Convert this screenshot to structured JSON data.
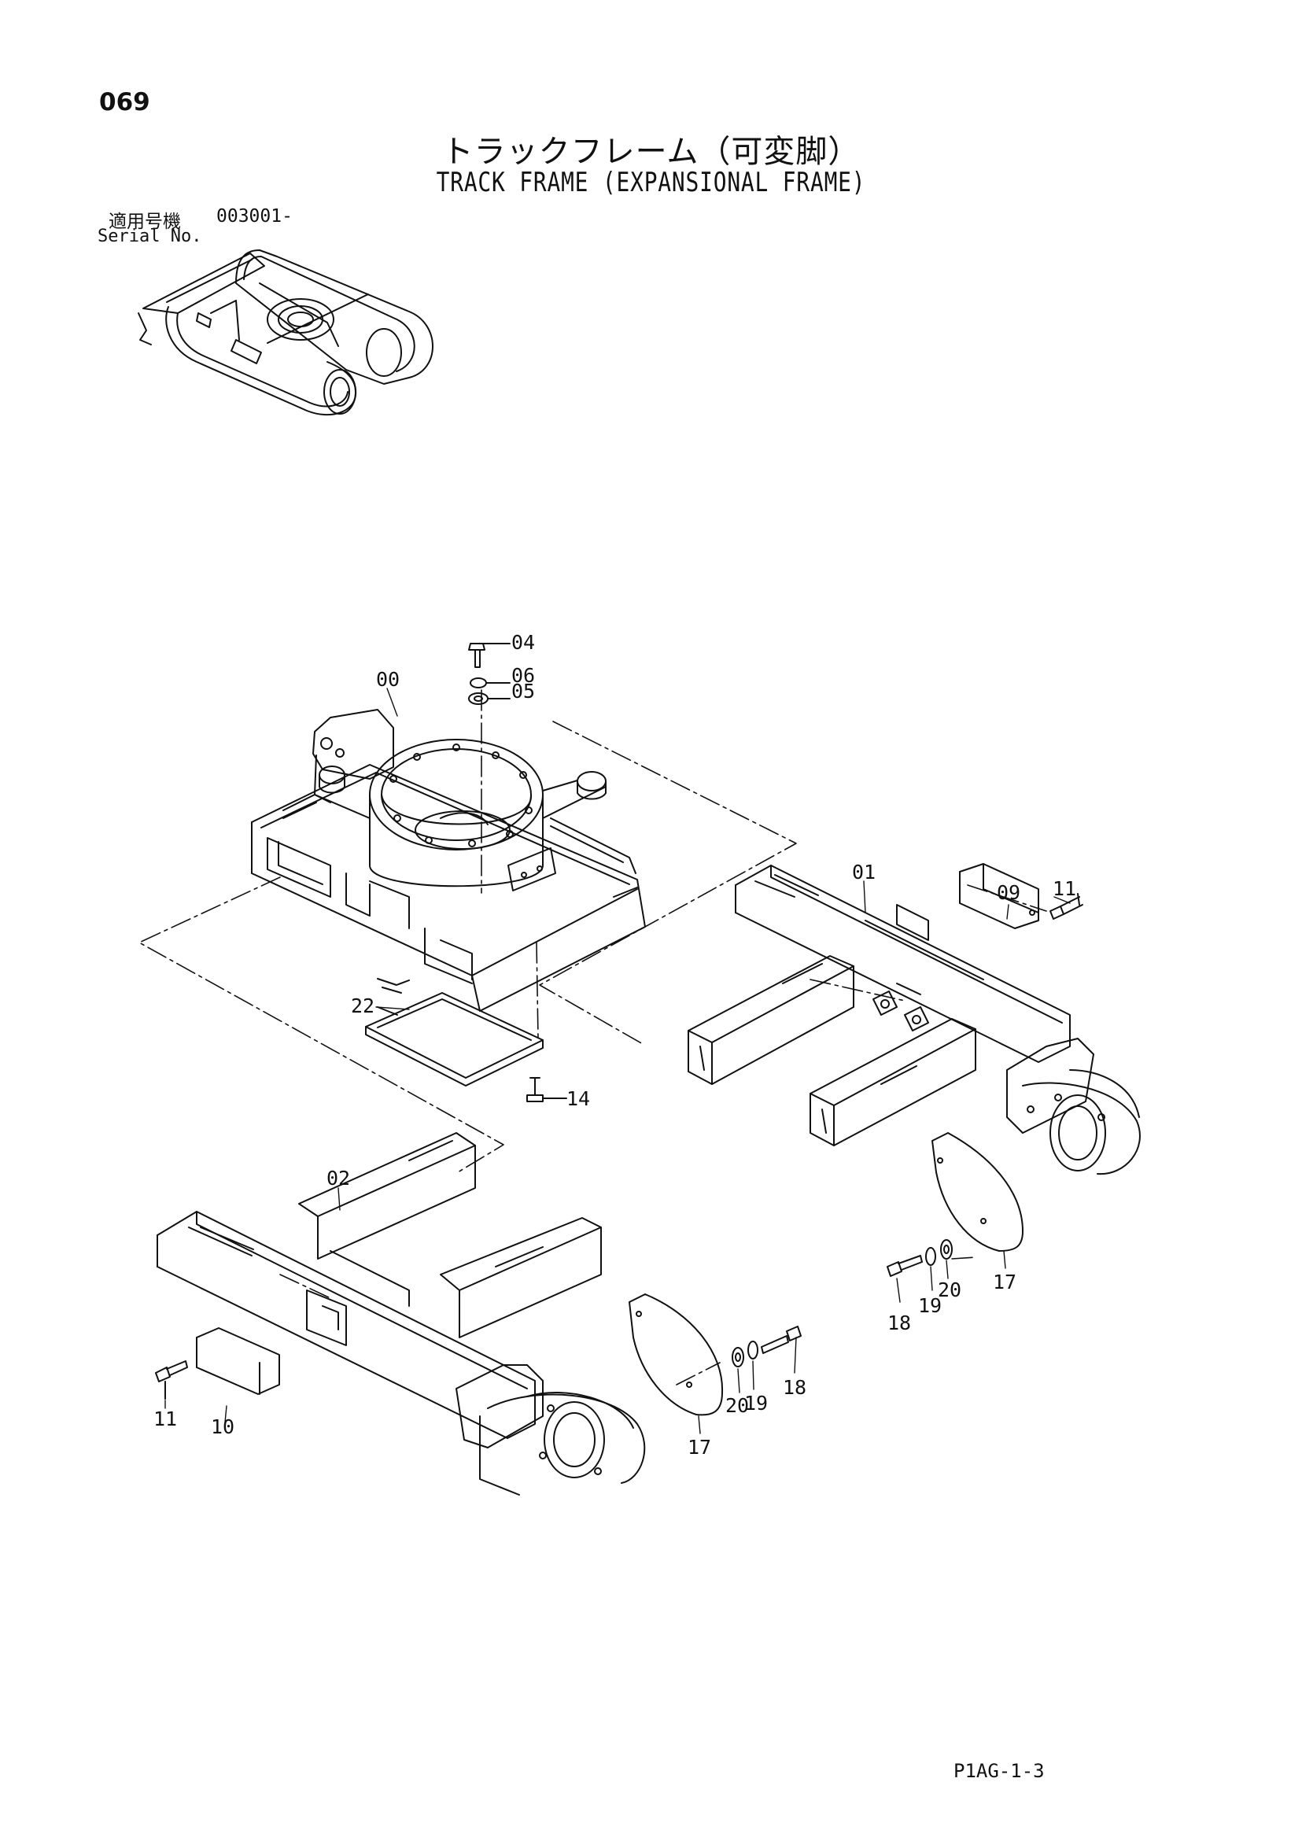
{
  "page_number": "069",
  "title_jp": "トラックフレーム（可変脚）",
  "title_en": "TRACK FRAME (EXPANSIONAL FRAME)",
  "serial": {
    "label_jp": "適用号機",
    "value": "003001-",
    "label_en": "Serial No."
  },
  "footer_code": "P1AG-1-3",
  "callouts": {
    "c00": "00",
    "c01": "01",
    "c02": "02",
    "c04": "04",
    "c05": "05",
    "c06": "06",
    "c09": "09",
    "c10": "10",
    "c11a": "11",
    "c11b": "11",
    "c14": "14",
    "c17a": "17",
    "c17b": "17",
    "c18a": "18",
    "c18b": "18",
    "c19a": "19",
    "c19b": "19",
    "c20a": "20",
    "c20b": "20",
    "c22": "22"
  }
}
